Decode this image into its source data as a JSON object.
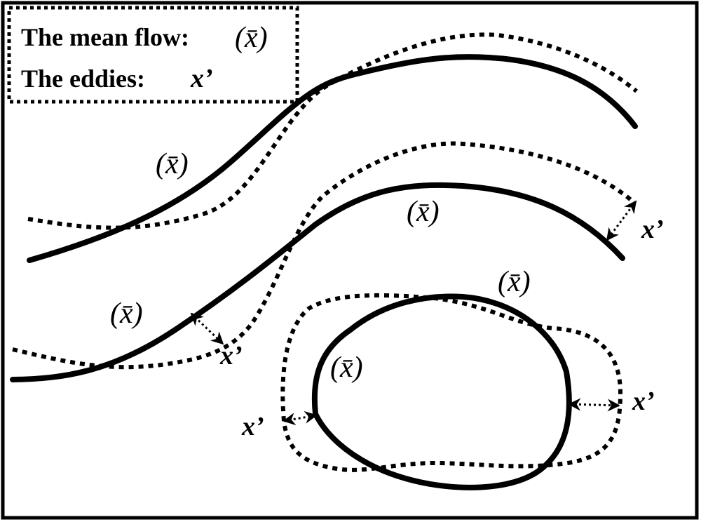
{
  "legend": {
    "mean_label": "The mean flow:",
    "mean_symbol": "(x̄)",
    "eddy_label": "The eddies:",
    "eddy_symbol": "x’"
  },
  "labels": {
    "mean_flow_symbol": "(x̄)",
    "eddy_symbol": "x’"
  },
  "colors": {
    "ink": "#000000",
    "background": "#ffffff"
  }
}
